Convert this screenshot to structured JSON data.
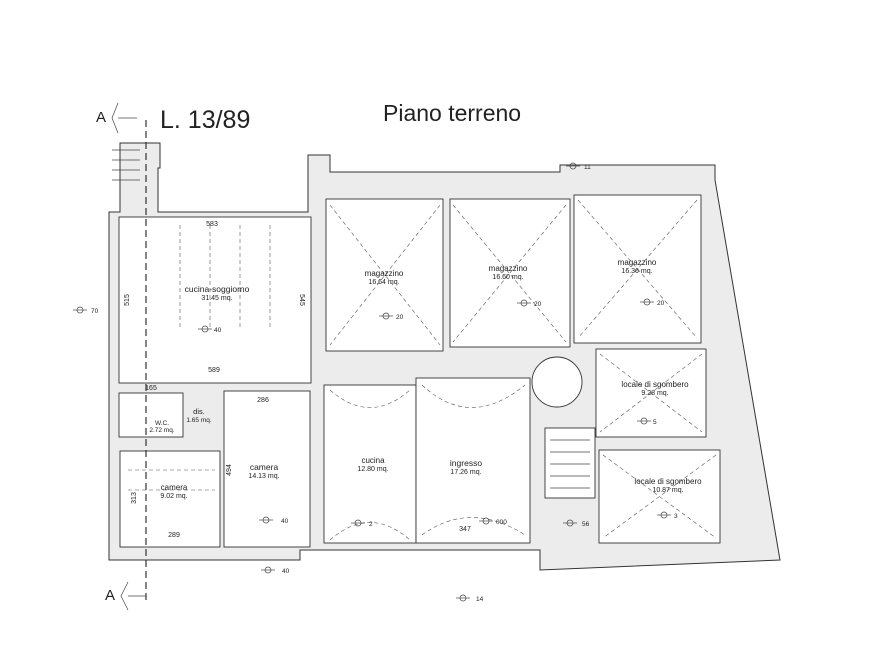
{
  "header": {
    "section_label": "A",
    "sheet_ref": "L. 13/89",
    "title": "Piano terreno"
  },
  "rooms": [
    {
      "name": "cucina-soggiorno",
      "area": "31.45 mq."
    },
    {
      "name": "magazzino",
      "area": "16.64 mq."
    },
    {
      "name": "magazzino",
      "area": "16.60 mq."
    },
    {
      "name": "magazzino",
      "area": "16.36 mq."
    },
    {
      "name": "locale di sgombero",
      "area": "9.28 mq."
    },
    {
      "name": "locale di sgombero",
      "area": "10.87 mq."
    },
    {
      "name": "dis.",
      "area": "1.65 mq."
    },
    {
      "name": "W.C.",
      "area": "2.72 mq."
    },
    {
      "name": "camera",
      "area": "9.02 mq."
    },
    {
      "name": "camera",
      "area": "14.13 mq."
    },
    {
      "name": "cucina",
      "area": "12.80 mq."
    },
    {
      "name": "ingresso",
      "area": "17.26 mq."
    }
  ],
  "dimensions": [
    "583",
    "545",
    "515",
    "589",
    "165",
    "286",
    "494",
    "313",
    "289",
    "347"
  ],
  "elevations": [
    "11",
    "70",
    "40",
    "20",
    "20",
    "20",
    "5",
    "3",
    "40",
    "40",
    "2",
    "000",
    "56",
    "14"
  ]
}
